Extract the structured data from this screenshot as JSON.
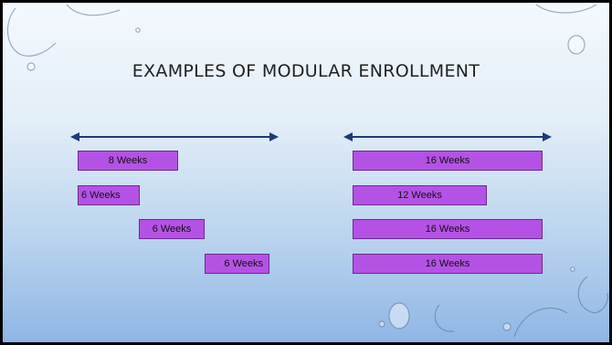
{
  "title": "EXAMPLES OF MODULAR ENROLLMENT",
  "left_group": {
    "bars": [
      {
        "label": "8 Weeks"
      },
      {
        "label": "6 Weeks"
      },
      {
        "label": "6 Weeks"
      },
      {
        "label": "6 Weeks"
      }
    ]
  },
  "right_group": {
    "bars": [
      {
        "label": "16 Weeks"
      },
      {
        "label": "12 Weeks"
      },
      {
        "label": "16 Weeks"
      },
      {
        "label": "16 Weeks"
      }
    ]
  },
  "colors": {
    "bar_fill": "#b552e6",
    "bar_border": "#6c2a8e",
    "arrow": "#1f3b73"
  }
}
